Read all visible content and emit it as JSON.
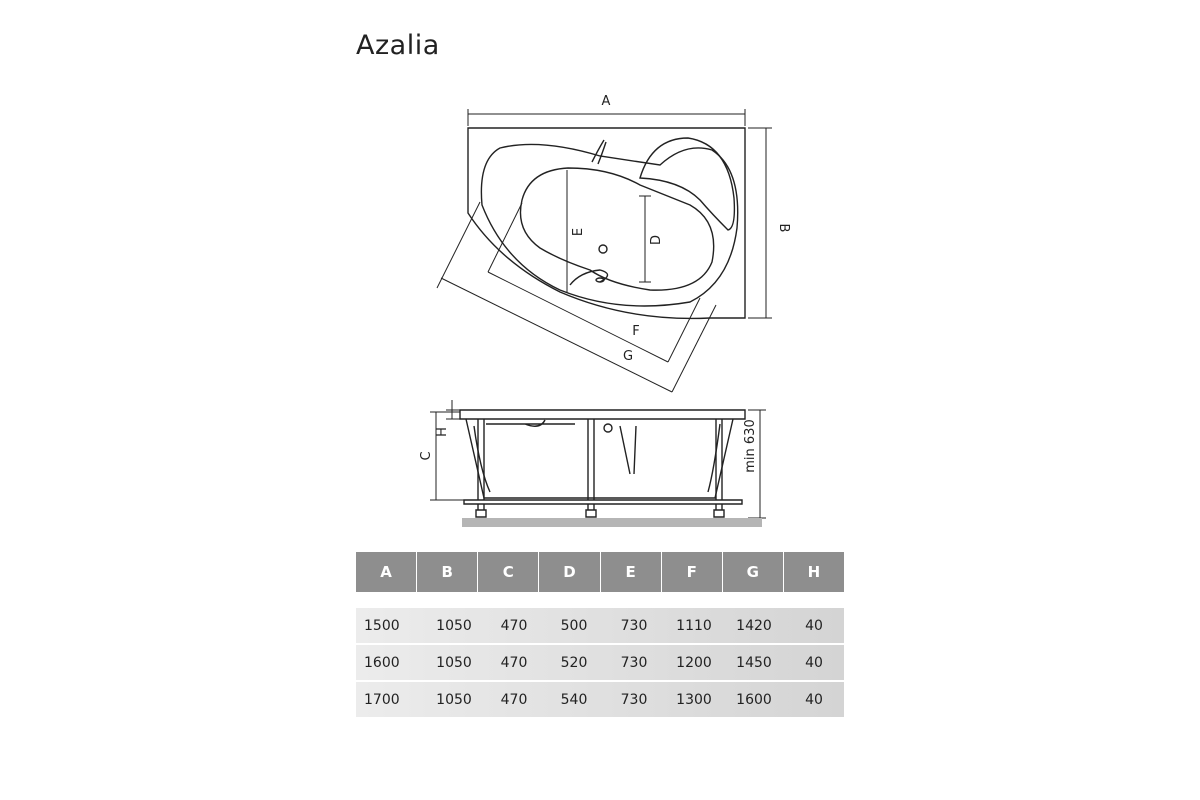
{
  "title": "Azalia",
  "top_view": {
    "labels": {
      "a": "A",
      "b": "B",
      "d": "D",
      "e": "E",
      "f": "F",
      "g": "G"
    }
  },
  "side_view": {
    "labels": {
      "c": "C",
      "h": "H",
      "min_height": "min 630"
    }
  },
  "table": {
    "headers": [
      "A",
      "B",
      "C",
      "D",
      "E",
      "F",
      "G",
      "H"
    ],
    "rows": [
      [
        "1500",
        "1050",
        "470",
        "500",
        "730",
        "1110",
        "1420",
        "40"
      ],
      [
        "1600",
        "1050",
        "470",
        "520",
        "730",
        "1200",
        "1450",
        "40"
      ],
      [
        "1700",
        "1050",
        "470",
        "540",
        "730",
        "1300",
        "1600",
        "40"
      ]
    ]
  },
  "colors": {
    "header_bg": "#8e8e8e",
    "line": "#222222",
    "floor": "#b5b5b5"
  }
}
